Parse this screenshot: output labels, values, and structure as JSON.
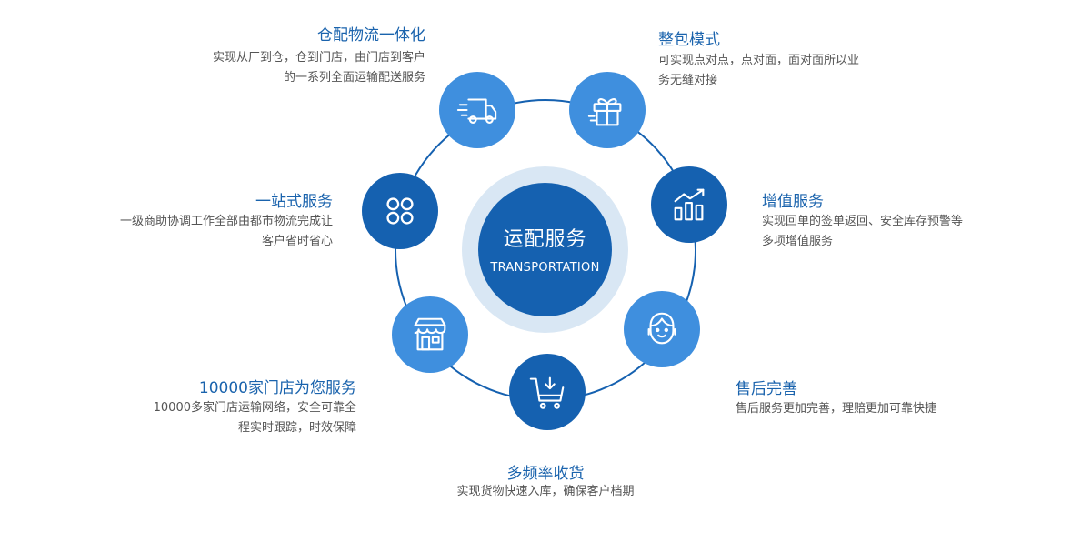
{
  "colors": {
    "ring": "#1561b0",
    "node_dark": "#1561b0",
    "node_light": "#3f8fde",
    "halo": "#d9e7f4",
    "title": "#1a63ad",
    "text": "#555555"
  },
  "center": {
    "title": "运配服务",
    "subtitle": "TRANSPORTATION"
  },
  "nodes": [
    {
      "icon": "truck-icon",
      "title": "仓配物流一体化",
      "desc": [
        "实现从厂到仓，仓到门店，由门店到客户",
        "的一系列全面运输配送服务"
      ]
    },
    {
      "icon": "gift-icon",
      "title": "整包模式",
      "desc": [
        "可实现点对点，点对面，面对面所以业",
        "务无缝对接"
      ]
    },
    {
      "icon": "growth-chart-icon",
      "title": "增值服务",
      "desc": [
        "实现回单的签单返回、安全库存预警等",
        "多项增值服务"
      ]
    },
    {
      "icon": "customer-service-icon",
      "title": "售后完善",
      "desc": [
        "售后服务更加完善，理赔更加可靠快捷"
      ]
    },
    {
      "icon": "cart-icon",
      "title": "多频率收货",
      "desc": [
        "实现货物快速入库，确保客户档期"
      ]
    },
    {
      "icon": "store-icon",
      "title": "10000家门店为您服务",
      "desc": [
        "10000多家门店运输网络，安全可靠全",
        "程实时跟踪，时效保障"
      ]
    },
    {
      "icon": "apps-icon",
      "title": "一站式服务",
      "desc": [
        "一级商助协调工作全部由都市物流完成让",
        "客户省时省心"
      ]
    }
  ]
}
